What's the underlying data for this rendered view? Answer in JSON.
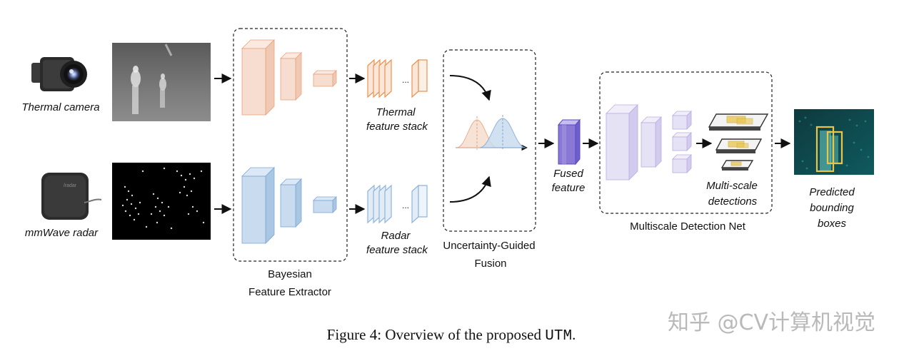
{
  "inputs": {
    "thermal_label": "Thermal camera",
    "radar_label": "mmWave radar"
  },
  "extractor": {
    "title_line1": "Bayesian",
    "title_line2": "Feature Extractor"
  },
  "stacks": {
    "thermal_line1": "Thermal",
    "thermal_line2": "feature stack",
    "radar_line1": "Radar",
    "radar_line2": "feature stack",
    "dots": "..."
  },
  "fusion": {
    "title_line1": "Uncertainty-Guided",
    "title_line2": "Fusion"
  },
  "fused": {
    "line1": "Fused",
    "line2": "feature"
  },
  "detection": {
    "title": "Multiscale Detection Net",
    "detections_line1": "Multi-scale",
    "detections_line2": "detections"
  },
  "output": {
    "line1": "Predicted",
    "line2": "bounding",
    "line3": "boxes"
  },
  "caption": {
    "text": "Figure 4: Overview of the proposed ",
    "code": "UTM",
    "end": "."
  },
  "watermark": "知乎 @CV计算机视觉",
  "colors": {
    "thermal_orange": "#f6ddd0",
    "thermal_stroke": "#e8a27c",
    "radar_blue": "#c9dcef",
    "radar_stroke": "#7fa7cf",
    "fused_purple": "#8a78d6",
    "detect_lavender": "#e6e2f6",
    "box_yellow": "#e9c64a"
  }
}
